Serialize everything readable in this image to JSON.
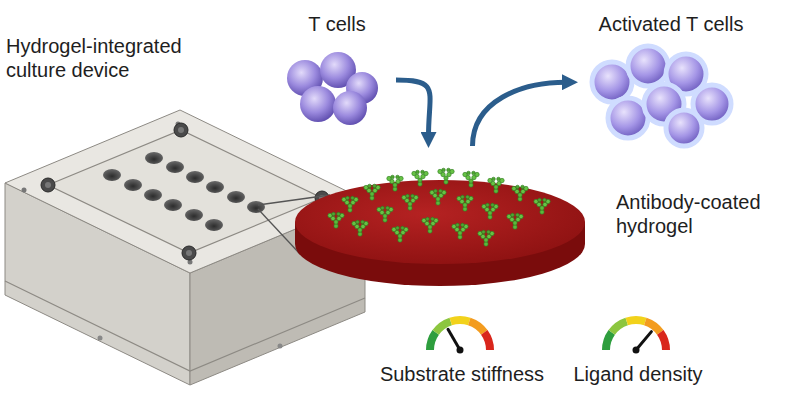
{
  "diagram": {
    "nodes": [
      {
        "text": [
          "Hydrogel-integrated culture device"
        ]
      },
      {
        "text": [
          "T cells"
        ]
      },
      {
        "text": [
          "Activated T cells"
        ]
      },
      {
        "text": [
          "Antibody-coated hydrogel"
        ]
      },
      {
        "text": [
          "Substrate stiffness"
        ]
      },
      {
        "text": [
          "Ligand density"
        ]
      }
    ],
    "edges": [
      {
        "from": 1,
        "to": 3,
        "arrow": "to"
      },
      {
        "from": 3,
        "to": 2,
        "arrow": "to"
      }
    ]
  }
}
